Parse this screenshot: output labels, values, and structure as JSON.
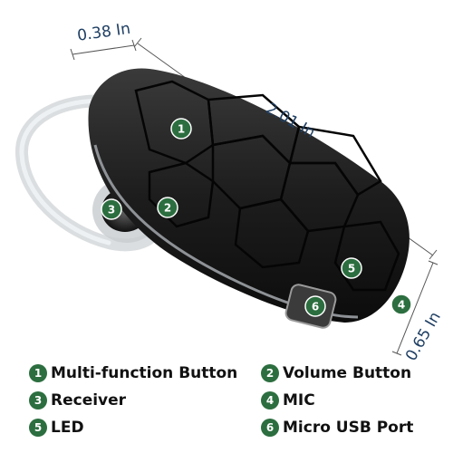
{
  "dimensions": {
    "width": "0.38 In",
    "length": "2.01 In",
    "height": "0.65 In"
  },
  "markers": [
    "1",
    "2",
    "3",
    "4",
    "5",
    "6"
  ],
  "legend": [
    {
      "num": "1",
      "label": "Multi-function Button"
    },
    {
      "num": "2",
      "label": "Volume Button"
    },
    {
      "num": "3",
      "label": "Receiver"
    },
    {
      "num": "4",
      "label": "MIC"
    },
    {
      "num": "5",
      "label": "LED"
    },
    {
      "num": "6",
      "label": "Micro USB Port"
    }
  ],
  "colors": {
    "marker_green": "#2c6e3f",
    "dimension_text": "#1f3f63",
    "body_black": "#1a1a1a"
  }
}
